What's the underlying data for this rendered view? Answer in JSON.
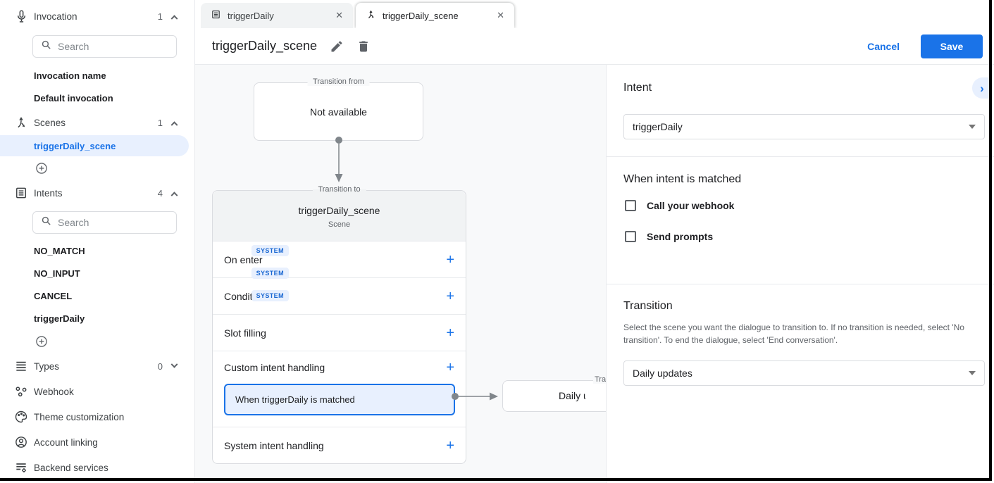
{
  "colors": {
    "accent": "#1a73e8",
    "accent_light": "#e8f0fe",
    "text": "#202124",
    "muted": "#5f6368",
    "border": "#dadce0",
    "canvas_bg": "#f8f9fa",
    "card_header_bg": "#f1f3f4"
  },
  "icons": {
    "close": "✕",
    "plus": "+",
    "chevron_right": "›"
  },
  "sidebar": {
    "invocation": {
      "label": "Invocation",
      "count": "1",
      "search_placeholder": "Search",
      "items": [
        {
          "label": "Invocation name"
        },
        {
          "label": "Default invocation"
        }
      ]
    },
    "scenes": {
      "label": "Scenes",
      "count": "1",
      "items": [
        {
          "label": "triggerDaily_scene",
          "selected": true
        }
      ]
    },
    "intents": {
      "label": "Intents",
      "count": "4",
      "search_placeholder": "Search",
      "items": [
        {
          "label": "NO_MATCH",
          "badge": "SYSTEM"
        },
        {
          "label": "NO_INPUT",
          "badge": "SYSTEM"
        },
        {
          "label": "CANCEL",
          "badge": "SYSTEM"
        },
        {
          "label": "triggerDaily"
        }
      ]
    },
    "types": {
      "label": "Types",
      "count": "0"
    },
    "links": [
      {
        "label": "Webhook"
      },
      {
        "label": "Theme customization"
      },
      {
        "label": "Account linking"
      },
      {
        "label": "Backend services"
      }
    ]
  },
  "tabs": [
    {
      "label": "triggerDaily"
    },
    {
      "label": "triggerDaily_scene"
    }
  ],
  "header": {
    "title": "triggerDaily_scene",
    "cancel_label": "Cancel",
    "save_label": "Save"
  },
  "canvas": {
    "transition_from": {
      "legend": "Transition from",
      "text": "Not available"
    },
    "scene_card": {
      "legend": "Transition to",
      "title": "triggerDaily_scene",
      "subtitle": "Scene",
      "rows": [
        {
          "label": "On enter"
        },
        {
          "label": "Condition"
        },
        {
          "label": "Slot filling"
        },
        {
          "label": "Custom intent handling",
          "child": "When triggerDaily is matched"
        },
        {
          "label": "System intent handling"
        }
      ]
    },
    "target_card": {
      "legend": "Transition to",
      "title": "Daily updates"
    }
  },
  "panel": {
    "intent": {
      "heading": "Intent",
      "value": "triggerDaily"
    },
    "matched": {
      "heading": "When intent is matched",
      "checkboxes": [
        {
          "label": "Call your webhook",
          "checked": false
        },
        {
          "label": "Send prompts",
          "checked": false
        }
      ]
    },
    "transition": {
      "heading": "Transition",
      "description": "Select the scene you want the dialogue to transition to. If no transition is needed, select 'No transition'. To end the dialogue, select 'End conversation'.",
      "value": "Daily updates"
    }
  }
}
